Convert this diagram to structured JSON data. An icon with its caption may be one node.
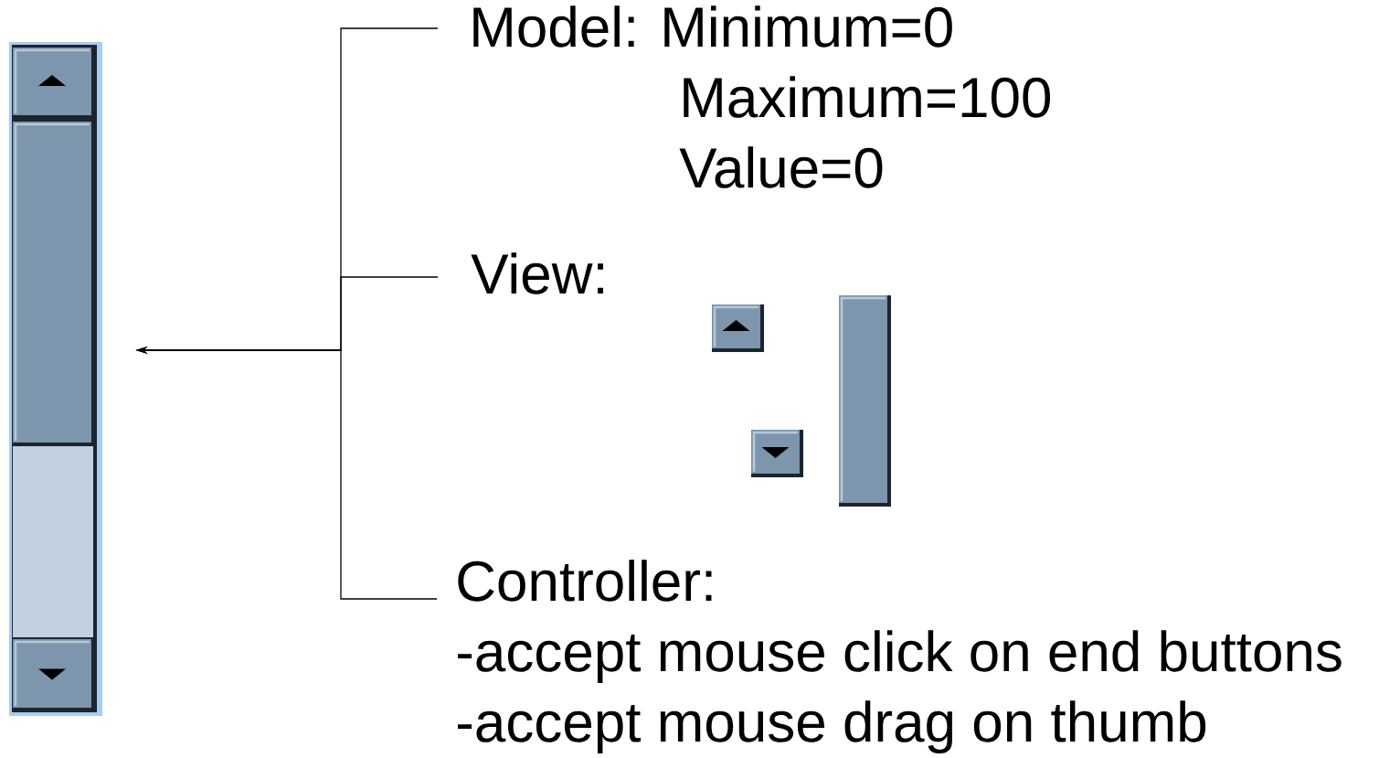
{
  "diagram": {
    "nodes": [
      {
        "text": [],
        "shape": "bar"
      },
      {
        "text": [
          "Model: Minimum=0",
          "Maximum=100",
          "Value=0"
        ]
      },
      {
        "text": [
          "View:"
        ]
      },
      {
        "text": [
          "Controller:",
          "-accept mouse click on end buttons",
          "-accept mouse drag on thumb"
        ]
      }
    ],
    "edges": [
      {
        "from": 1,
        "to": 0,
        "arrow": "to"
      },
      {
        "from": 2,
        "to": 0,
        "arrow": "to"
      },
      {
        "from": 3,
        "to": 0,
        "arrow": "to"
      }
    ]
  }
}
